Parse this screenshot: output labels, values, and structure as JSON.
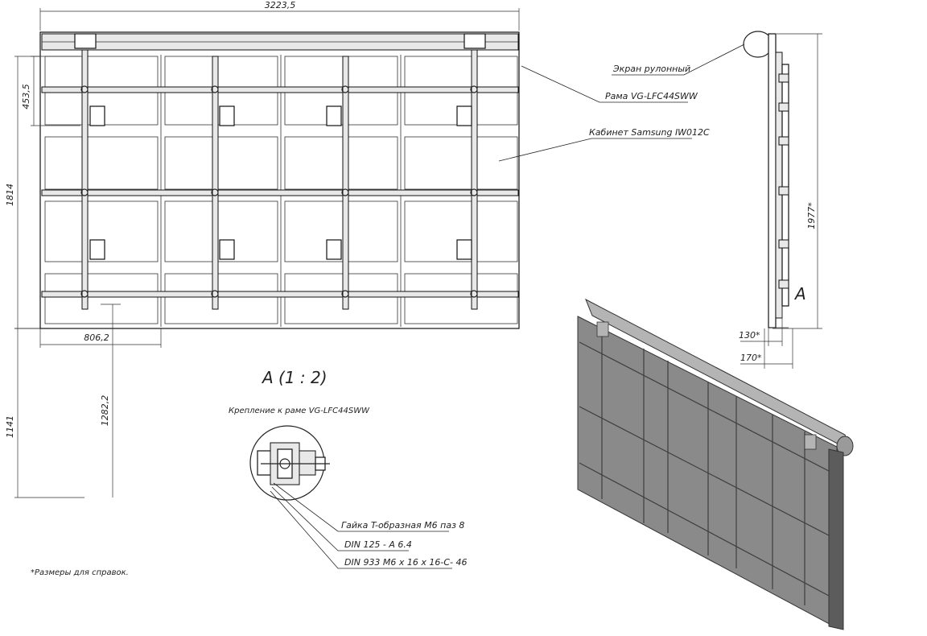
{
  "front_view": {
    "dim_total_width": "3223,5",
    "dim_top_offset": "453,5",
    "dim_height": "1814",
    "dim_cabinet_width": "806,2",
    "dim_floor_height": "1141",
    "dim_bracket_height": "1282,2"
  },
  "callouts": {
    "screen": "Экран рулонный",
    "frame": "Рама VG-LFC44SWW",
    "cabinet": "Кабинет Samsung IW012C"
  },
  "side_view": {
    "dim_height": "1977*",
    "dim_depth_inner": "130*",
    "dim_depth_outer": "170*",
    "view_marker": "A"
  },
  "detail": {
    "title": "A (1 : 2)",
    "subtitle": "Крепление к раме VG-LFC44SWW",
    "parts": [
      "Гайка T-образная М6 паз 8",
      "DIN 125 - A 6.4",
      "DIN 933 M6 x 16 x 16-C- 46"
    ]
  },
  "footnote": "*Размеры для справок.",
  "colors": {
    "line": "#222222",
    "fill_3d": "#8a8a8a",
    "fill_3d_dark": "#5c5c5c",
    "fill_3d_light": "#b4b4b4"
  }
}
